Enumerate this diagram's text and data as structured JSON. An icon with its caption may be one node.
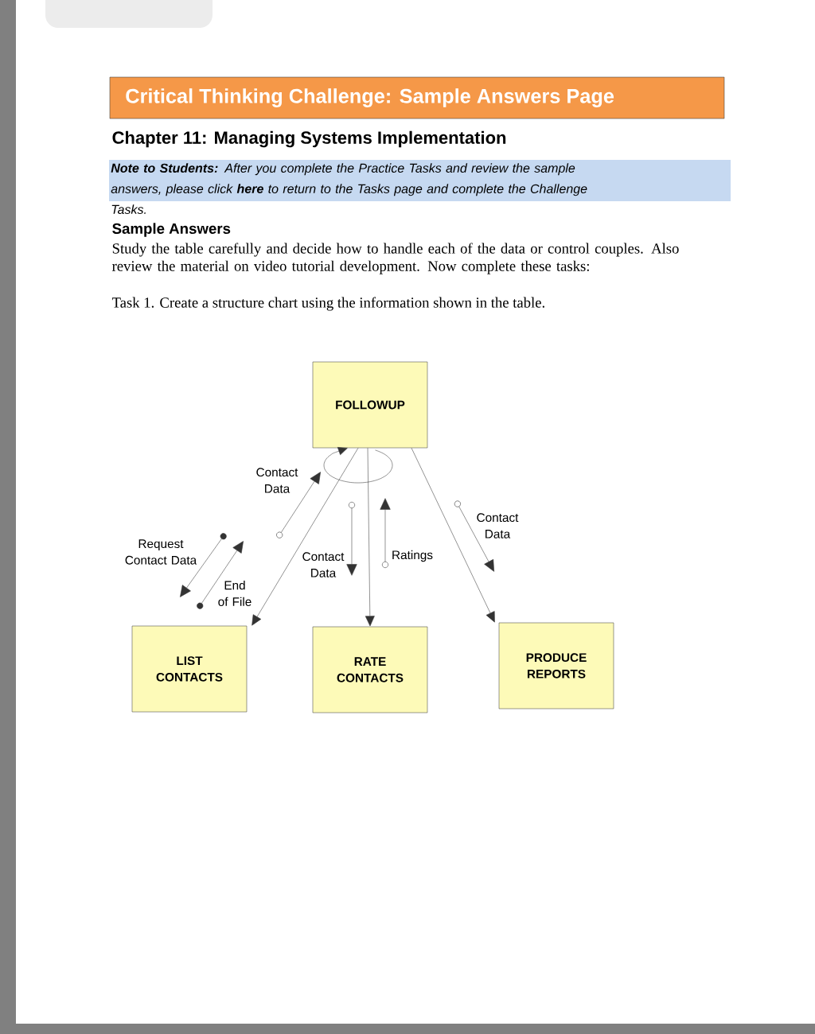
{
  "diagram": {
    "title": "Critical Thinking Challenge:  Sample Answers Page",
    "nodes": [
      {
        "text": [
          "FOLLOWUP"
        ]
      },
      {
        "text": [
          "LIST CONTACTS"
        ]
      },
      {
        "text": [
          "RATE CONTACTS"
        ]
      },
      {
        "text": [
          "PRODUCE REPORTS"
        ]
      }
    ],
    "edges": [
      {
        "from": 0,
        "to": 1,
        "arrow": "to"
      },
      {
        "from": 0,
        "to": 2,
        "arrow": "to"
      },
      {
        "from": 0,
        "to": 3,
        "arrow": "to"
      },
      {
        "from": 0,
        "to": 0,
        "arrow": "to"
      }
    ],
    "labels": [
      "Chapter 11:  Managing Systems Implementation",
      "**Note to Students:** After you complete the Practice Tasks and review the sample answers, please click **here** to return to the Tasks page and complete the Challenge Tasks.",
      "Sample Answers",
      "Study the table carefully and decide how to handle each of the data or control couples. Also review the material on video tutorial development. Now complete these tasks:",
      "Task 1.   Create a structure chart using the information shown in the table.",
      "Contact Data",
      "Request Contact Data",
      "End of File",
      "Contact Data",
      "Ratings",
      "Contact Data"
    ]
  }
}
